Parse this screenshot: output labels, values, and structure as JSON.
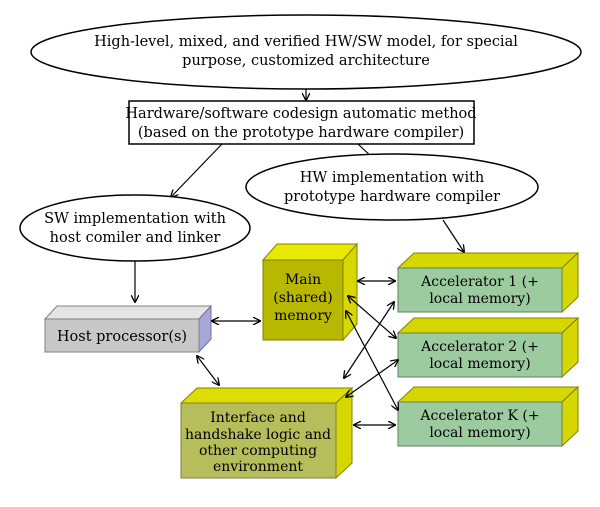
{
  "nodes": {
    "top_ellipse": [
      "High-level, mixed, and verified HW/SW model, for special",
      "purpose, customized architecture"
    ],
    "codesign_box": [
      "Hardware/software codesign automatic method",
      "(based on the prototype hardware compiler)"
    ],
    "hw_impl": [
      "HW implementation with",
      "prototype hardware compiler"
    ],
    "sw_impl": [
      "SW implementation with",
      "host comiler and linker"
    ],
    "main_memory": [
      "Main",
      "(shared)",
      "memory"
    ],
    "host": [
      "Host processor(s)"
    ],
    "interface": [
      "Interface and",
      "handshake logic and",
      "other computing",
      "environment"
    ],
    "acc1": [
      "Accelerator 1 (+",
      "local memory)"
    ],
    "acc2": [
      "Accelerator 2 (+",
      "local memory)"
    ],
    "acck": [
      "Accelerator K (+",
      "local memory)"
    ],
    "ellipsis": "..."
  },
  "colors": {
    "main_memory_front": "#b8b800",
    "interface_front": "#b5be5a",
    "accelerator_front": "#9ccba0",
    "accelerator_side": "#d6d600",
    "host_front": "#c8c8c8",
    "host_side": "#a7a7d8"
  }
}
